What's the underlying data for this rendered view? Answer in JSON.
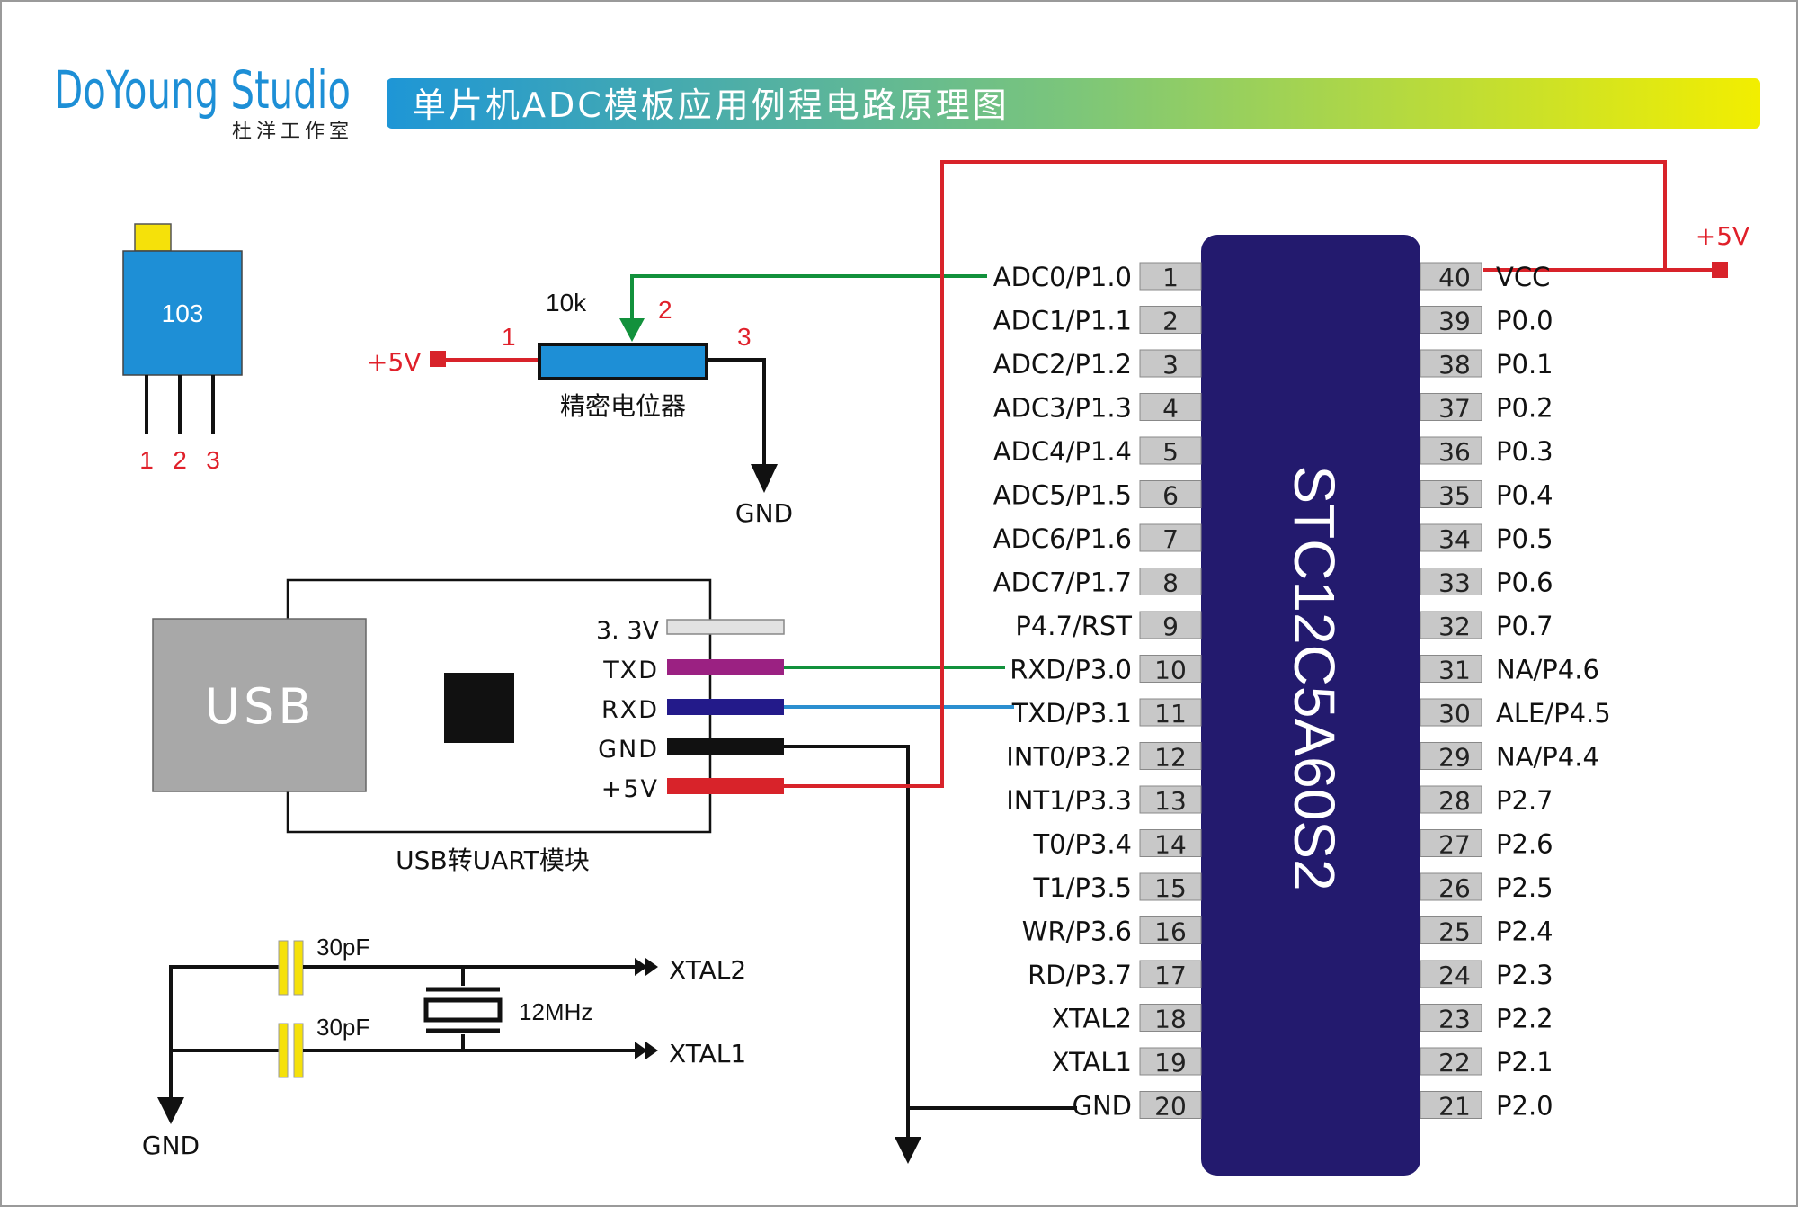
{
  "brand": {
    "name": "DoYoung Studio",
    "sub": "杜洋工作室"
  },
  "title": "单片机ADC模板应用例程电路原理图",
  "trimmer": {
    "code": "103",
    "pins": [
      "1",
      "2",
      "3"
    ]
  },
  "potentiometer": {
    "value": "10k",
    "label": "精密电位器",
    "pin1": "1",
    "pin2": "2",
    "pin3": "3",
    "supply": "+5V",
    "ground": "GND"
  },
  "usb_module": {
    "usb_label": "USB",
    "caption": "USB转UART模块",
    "pins": [
      "3. 3V",
      "TXD",
      "RXD",
      "GND",
      "+5V"
    ]
  },
  "crystal": {
    "cap_top": "30pF",
    "cap_bottom": "30pF",
    "freq": "12MHz",
    "xtal2": "XTAL2",
    "xtal1": "XTAL1",
    "ground": "GND"
  },
  "chip": {
    "name": "STC12C5A60S2",
    "left_pins": [
      {
        "num": "1",
        "label": "ADC0/P1.0"
      },
      {
        "num": "2",
        "label": "ADC1/P1.1"
      },
      {
        "num": "3",
        "label": "ADC2/P1.2"
      },
      {
        "num": "4",
        "label": "ADC3/P1.3"
      },
      {
        "num": "5",
        "label": "ADC4/P1.4"
      },
      {
        "num": "6",
        "label": "ADC5/P1.5"
      },
      {
        "num": "7",
        "label": "ADC6/P1.6"
      },
      {
        "num": "8",
        "label": "ADC7/P1.7"
      },
      {
        "num": "9",
        "label": "P4.7/RST"
      },
      {
        "num": "10",
        "label": "RXD/P3.0"
      },
      {
        "num": "11",
        "label": "TXD/P3.1"
      },
      {
        "num": "12",
        "label": "INT0/P3.2"
      },
      {
        "num": "13",
        "label": "INT1/P3.3"
      },
      {
        "num": "14",
        "label": "T0/P3.4"
      },
      {
        "num": "15",
        "label": "T1/P3.5"
      },
      {
        "num": "16",
        "label": "WR/P3.6"
      },
      {
        "num": "17",
        "label": "RD/P3.7"
      },
      {
        "num": "18",
        "label": "XTAL2"
      },
      {
        "num": "19",
        "label": "XTAL1"
      },
      {
        "num": "20",
        "label": "GND"
      }
    ],
    "right_pins": [
      {
        "num": "40",
        "label": "VCC"
      },
      {
        "num": "39",
        "label": "P0.0"
      },
      {
        "num": "38",
        "label": "P0.1"
      },
      {
        "num": "37",
        "label": "P0.2"
      },
      {
        "num": "36",
        "label": "P0.3"
      },
      {
        "num": "35",
        "label": "P0.4"
      },
      {
        "num": "34",
        "label": "P0.5"
      },
      {
        "num": "33",
        "label": "P0.6"
      },
      {
        "num": "32",
        "label": "P0.7"
      },
      {
        "num": "31",
        "label": "NA/P4.6"
      },
      {
        "num": "30",
        "label": "ALE/P4.5"
      },
      {
        "num": "29",
        "label": "NA/P4.4"
      },
      {
        "num": "28",
        "label": "P2.7"
      },
      {
        "num": "27",
        "label": "P2.6"
      },
      {
        "num": "26",
        "label": "P2.5"
      },
      {
        "num": "25",
        "label": "P2.4"
      },
      {
        "num": "24",
        "label": "P2.3"
      },
      {
        "num": "23",
        "label": "P2.2"
      },
      {
        "num": "22",
        "label": "P2.1"
      },
      {
        "num": "21",
        "label": "P2.0"
      }
    ],
    "vcc_supply": "+5V"
  },
  "colors": {
    "title_bar_start": "#1e96d6",
    "title_bar_end": "#f2ee00",
    "chip_body": "#231a6e",
    "wire_red": "#d8232a",
    "wire_green": "#12913c",
    "wire_blue": "#2b8fd0",
    "trimmer_blue": "#1e8fd6",
    "trimmer_knob": "#f5e10a",
    "capacitor_yellow": "#f5e10a",
    "usb_gray": "#a8a8a8",
    "brand_blue": "#1d8fd6"
  }
}
